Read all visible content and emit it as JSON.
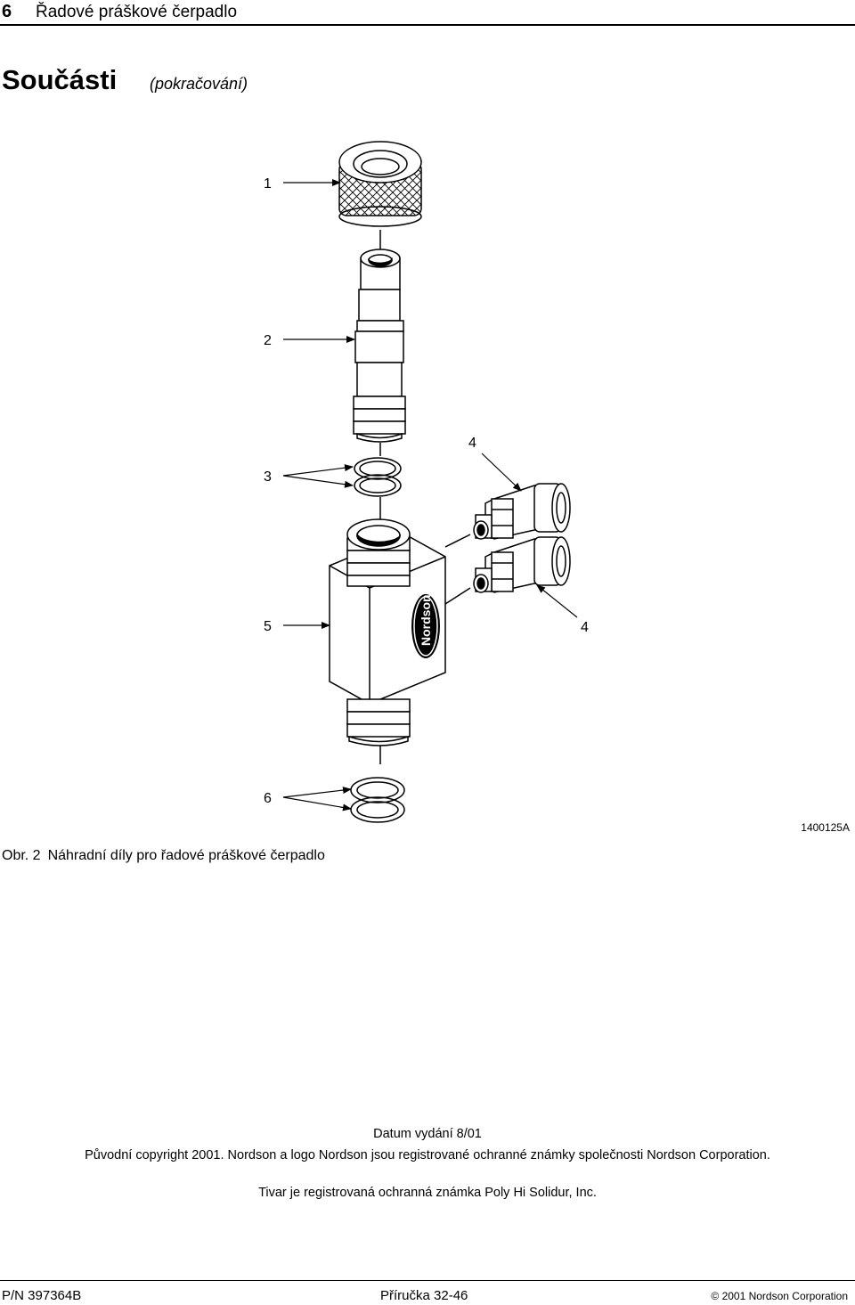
{
  "header": {
    "page_number": "6",
    "title": "Řadové práškové čerpadlo"
  },
  "section": {
    "title": "Součásti",
    "subtitle": "(pokračování)"
  },
  "figure": {
    "callouts": {
      "c1": "1",
      "c2": "2",
      "c3": "3",
      "c4a": "4",
      "c4b": "4",
      "c5": "5",
      "c6": "6"
    },
    "logo_text": "Nordson",
    "drawing_id": "1400125A",
    "caption_number": "Obr. 2",
    "caption_text": "Náhradní díly pro řadové práškové čerpadlo"
  },
  "notes": {
    "date": "Datum vydání 8/01",
    "copyright": "Původní copyright 2001. Nordson a logo Nordson jsou registrované ochranné známky společnosti Nordson Corporation.",
    "trademark": "Tivar je registrovaná ochranná známka Poly Hi Solidur, Inc."
  },
  "footer": {
    "part_number": "P/N 397364B",
    "manual": "Příručka 32-46",
    "copyright": "© 2001 Nordson Corporation"
  }
}
